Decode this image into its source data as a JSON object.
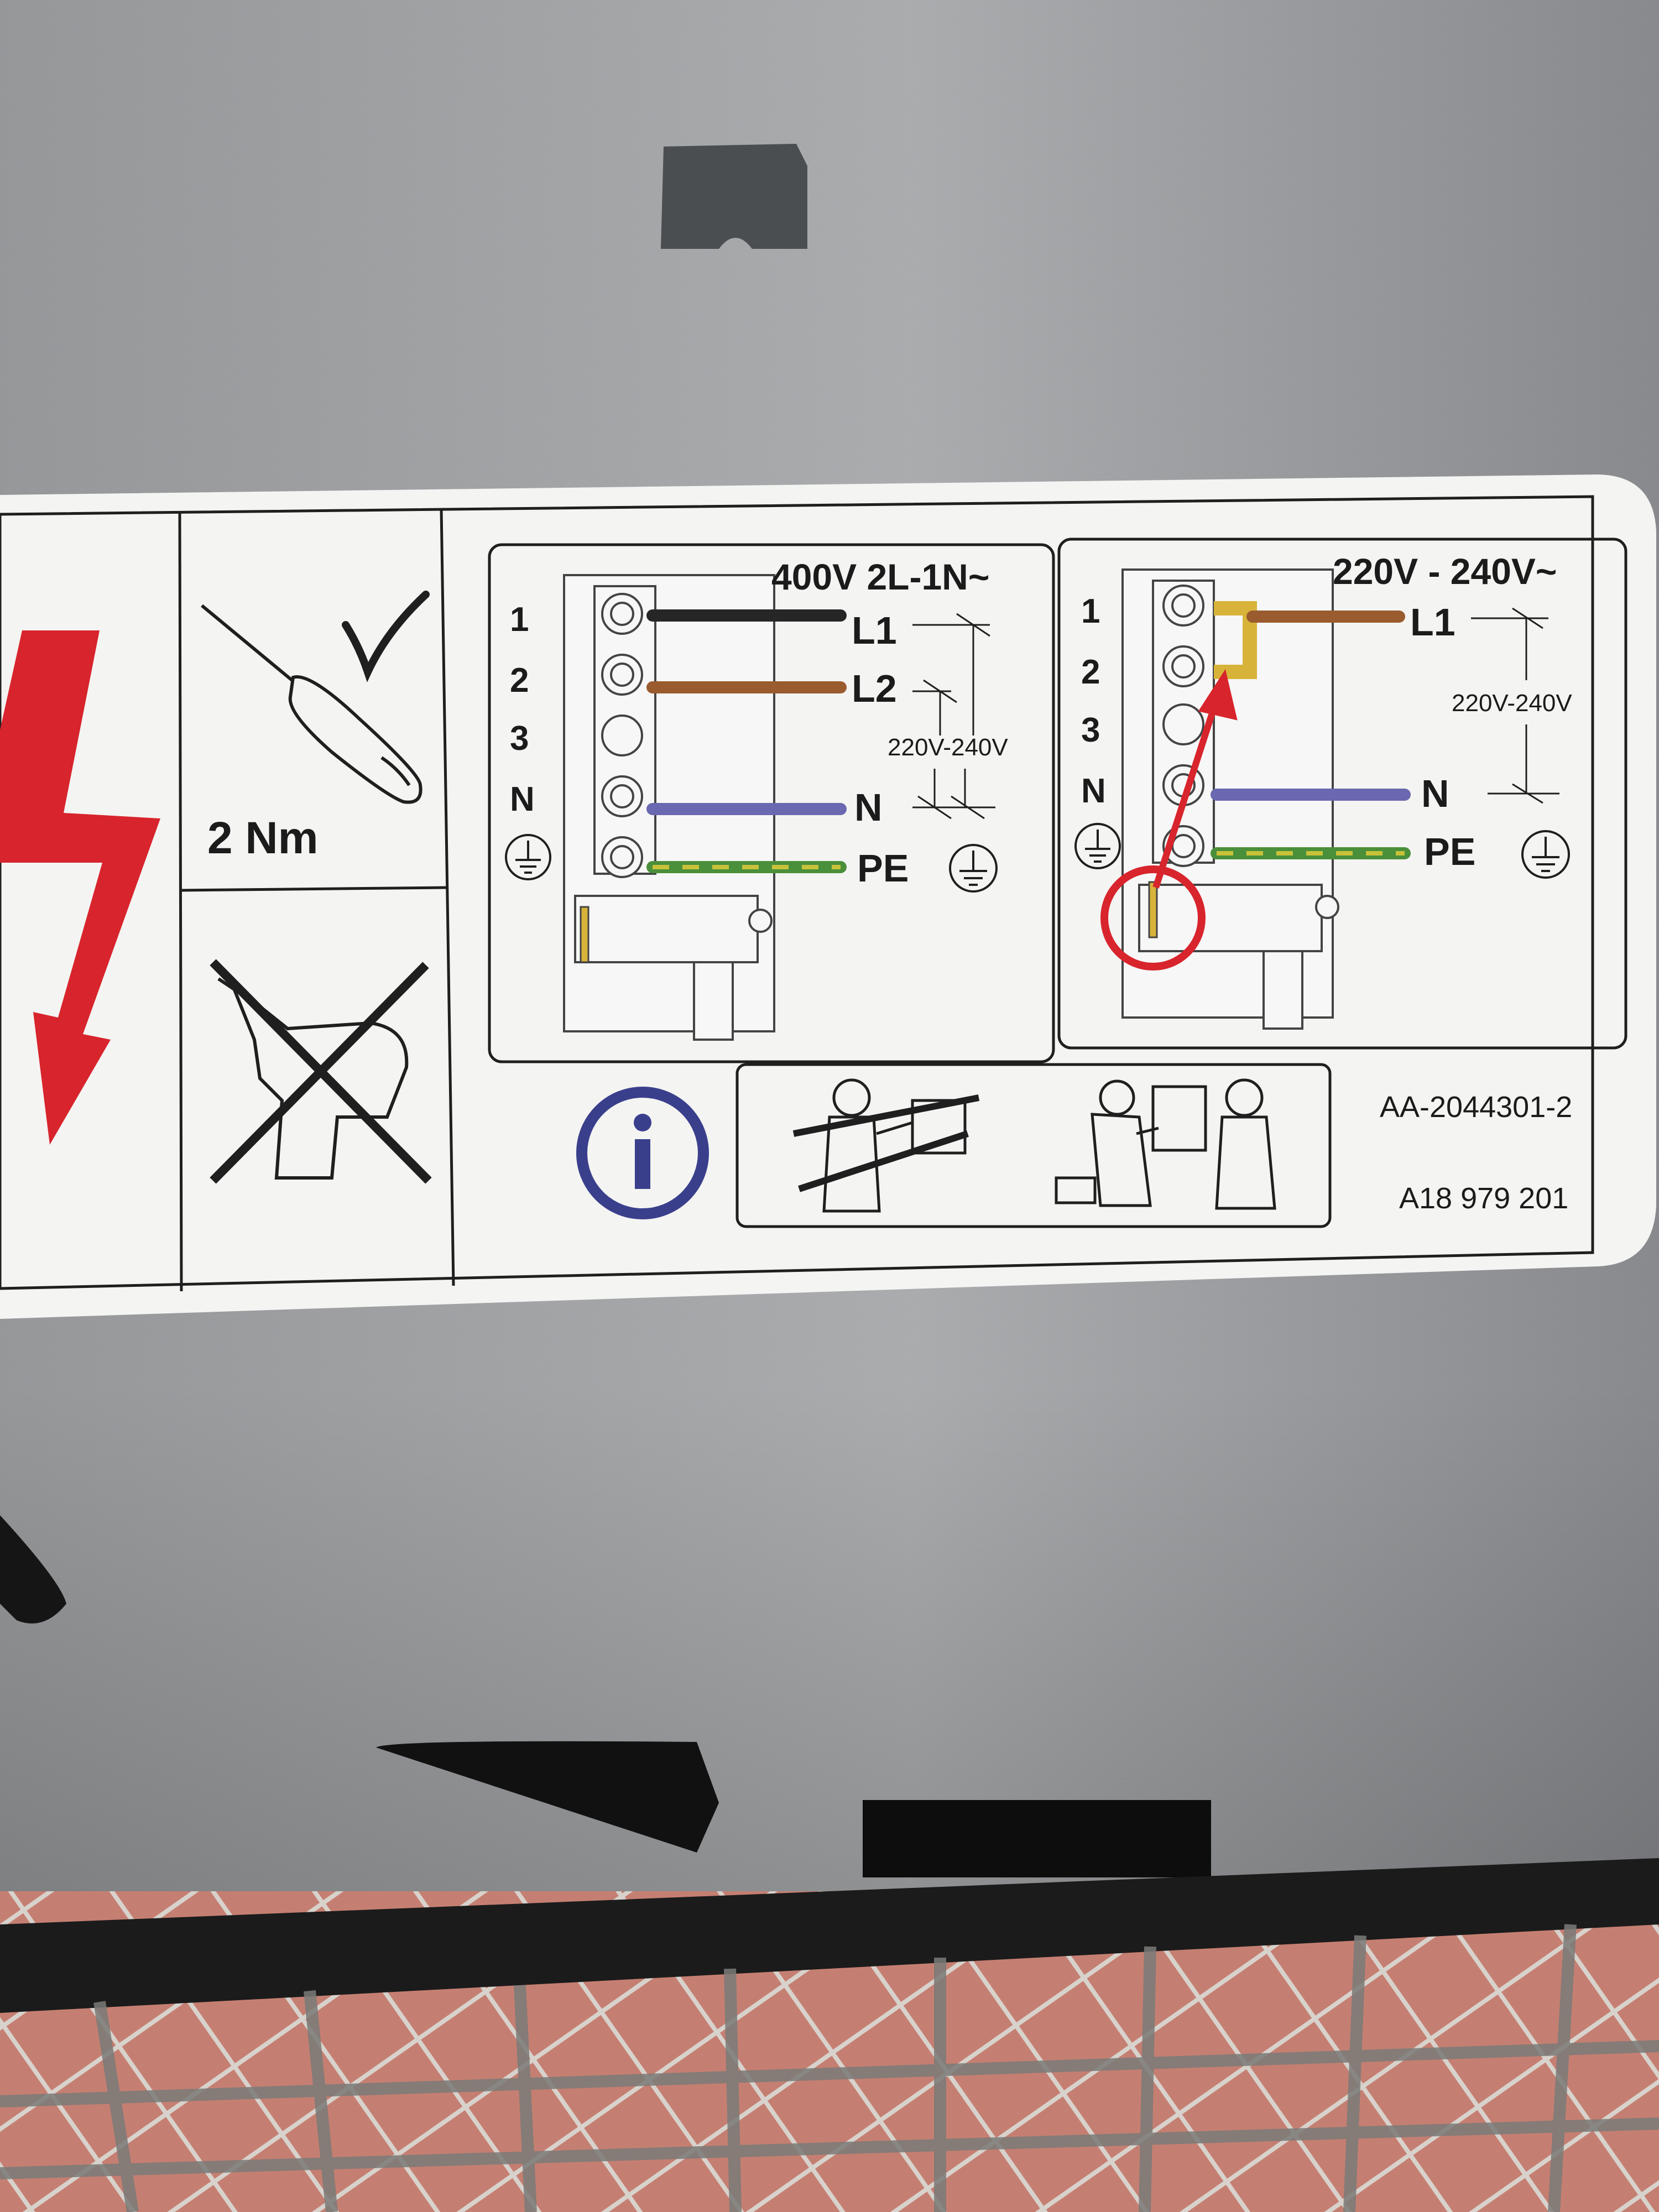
{
  "left_panel": {
    "torque": "2 Nm"
  },
  "diagram_400v": {
    "title": "400V 2L-1N~",
    "rows": [
      "1",
      "2",
      "3",
      "N"
    ],
    "terminals": [
      "L1",
      "L2",
      "N",
      "PE"
    ],
    "mid_voltage": "220V-240V"
  },
  "diagram_230v": {
    "title": "220V - 240V~",
    "rows": [
      "1",
      "2",
      "3",
      "N"
    ],
    "terminals": [
      "L1",
      "N",
      "PE"
    ],
    "mid_voltage": "220V-240V"
  },
  "codes": {
    "article": "AA-2044301-2",
    "part": "A18 979 201"
  },
  "colors": {
    "metal": "#9ea0a2",
    "label": "#f4f4f2",
    "line": "#1f1f1f",
    "wire_black": "#262626",
    "wire_brown": "#9a5b2e",
    "wire_blue": "#6a68b0",
    "wire_yellow": "#c8c23a",
    "wire_green": "#4a8f3a",
    "bridge": "#d8b339",
    "warning_red": "#d8242c",
    "info_blue": "#3a3f8c"
  }
}
